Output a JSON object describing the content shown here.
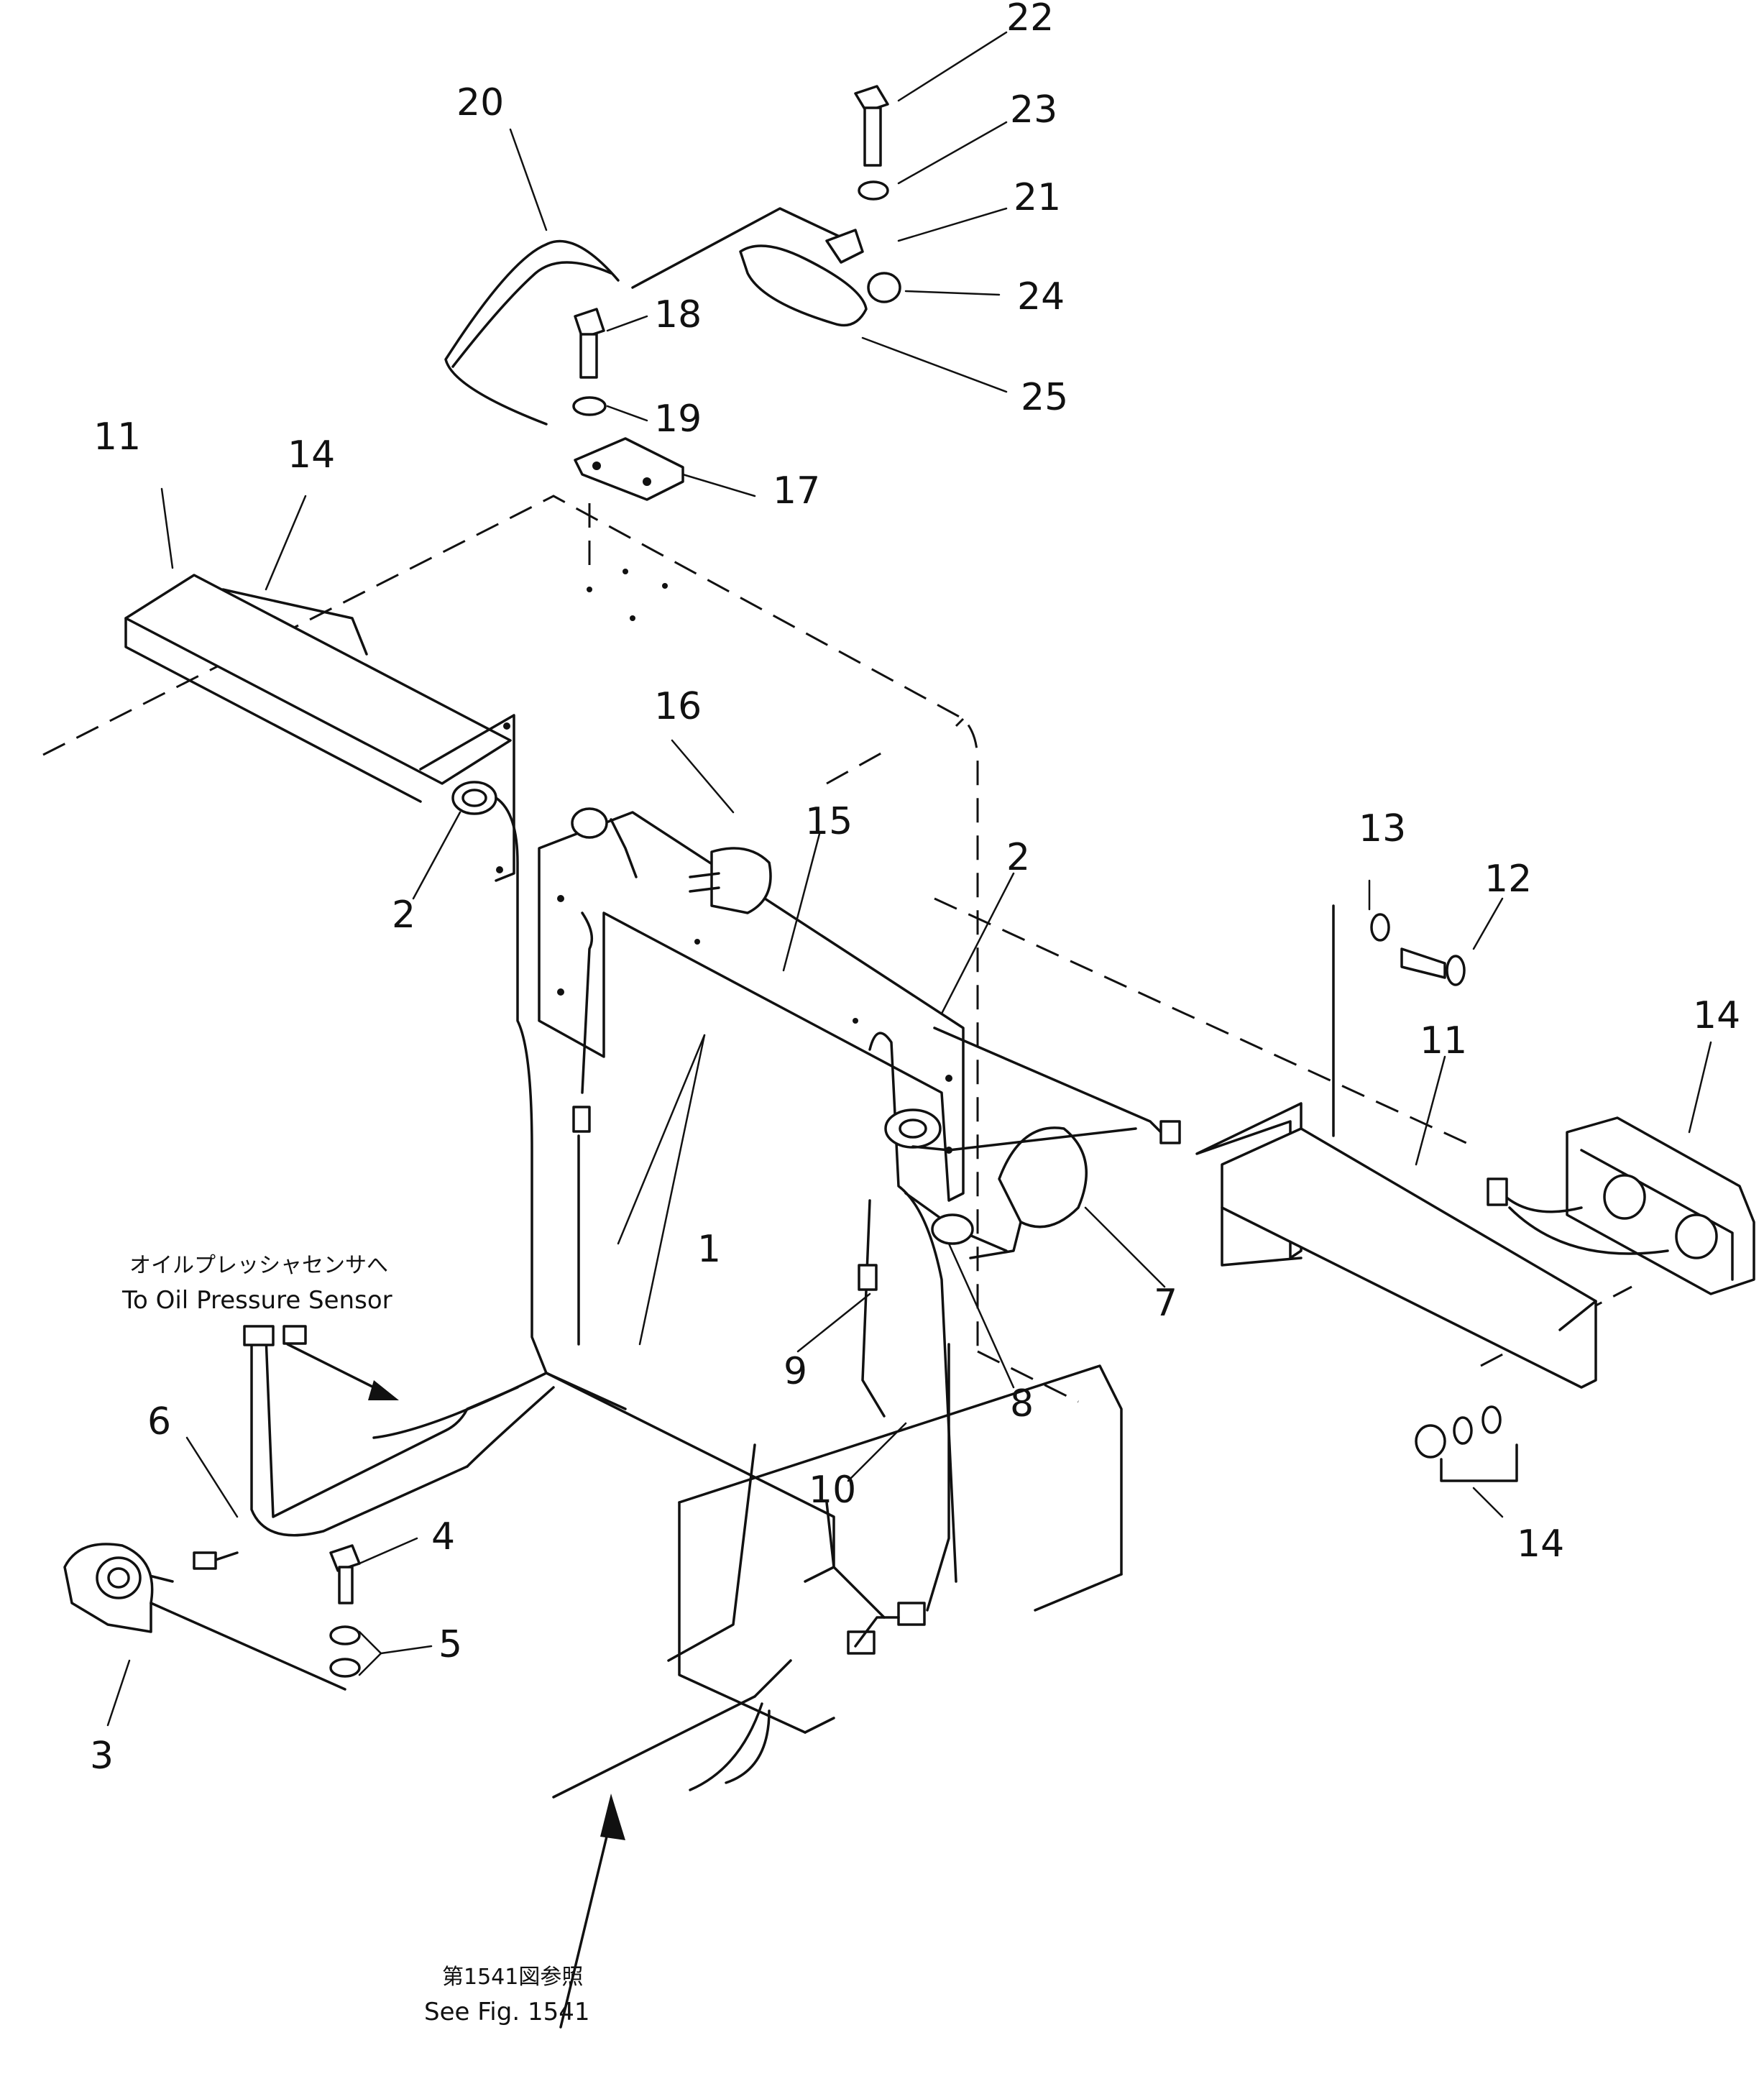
{
  "callouts": {
    "n1": "1",
    "n2a": "2",
    "n2b": "2",
    "n3": "3",
    "n4": "4",
    "n5": "5",
    "n6": "6",
    "n7": "7",
    "n8": "8",
    "n9": "9",
    "n10": "10",
    "n11a": "11",
    "n11b": "11",
    "n12": "12",
    "n13": "13",
    "n14a": "14",
    "n14b": "14",
    "n14c": "14",
    "n15": "15",
    "n16": "16",
    "n17": "17",
    "n18": "18",
    "n19": "19",
    "n20": "20",
    "n21": "21",
    "n22": "22",
    "n23": "23",
    "n24": "24",
    "n25": "25"
  },
  "notes": {
    "oil_sensor_jp": "オイルプレッシャセンサへ",
    "oil_sensor_en": "To Oil Pressure Sensor",
    "see_fig_jp": "第1541図参照",
    "see_fig_en": "See Fig. 1541"
  }
}
